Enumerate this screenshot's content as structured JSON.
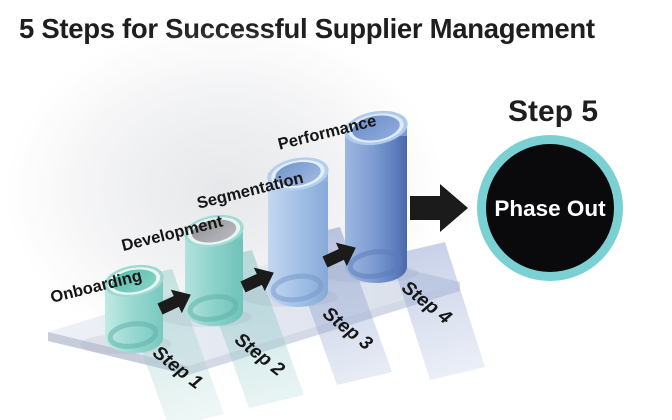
{
  "title": "5 Steps for Successful Supplier Management",
  "steps": [
    {
      "name": "Step 1",
      "label": "Onboarding"
    },
    {
      "name": "Step 2",
      "label": "Development"
    },
    {
      "name": "Step 3",
      "label": "Segmentation"
    },
    {
      "name": "Step 4",
      "label": "Performance"
    },
    {
      "name": "Step 5",
      "label": "Phase Out"
    }
  ],
  "colors": {
    "title_text": "#1e1e20",
    "label_text": "#161616",
    "arrow": "#1b1b1b",
    "teal_cylinder": "#8fd3cb",
    "blue_cylinder": "#7f9fd4",
    "gray_cap": "#9a9aa1",
    "step5_ring": "#7bd0d3",
    "step5_fill": "#0a0a0c",
    "step5_text": "#ffffff",
    "platform": "#e2e7f1"
  }
}
